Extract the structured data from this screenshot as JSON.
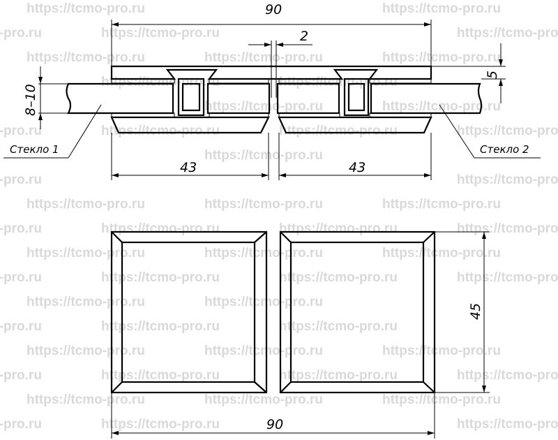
{
  "watermark": "https://tcmo-pro.ru",
  "section_view": {
    "dim_overall_width": "90",
    "dim_gap": "2",
    "dim_plate_thickness": "5",
    "dim_glass_thickness": "8–10",
    "dim_left_plate": "43",
    "dim_right_plate": "43",
    "label_glass_1": "Стекло  1",
    "label_glass_2": "Стекло  2"
  },
  "plan_view": {
    "dim_height": "45",
    "dim_width": "90"
  }
}
